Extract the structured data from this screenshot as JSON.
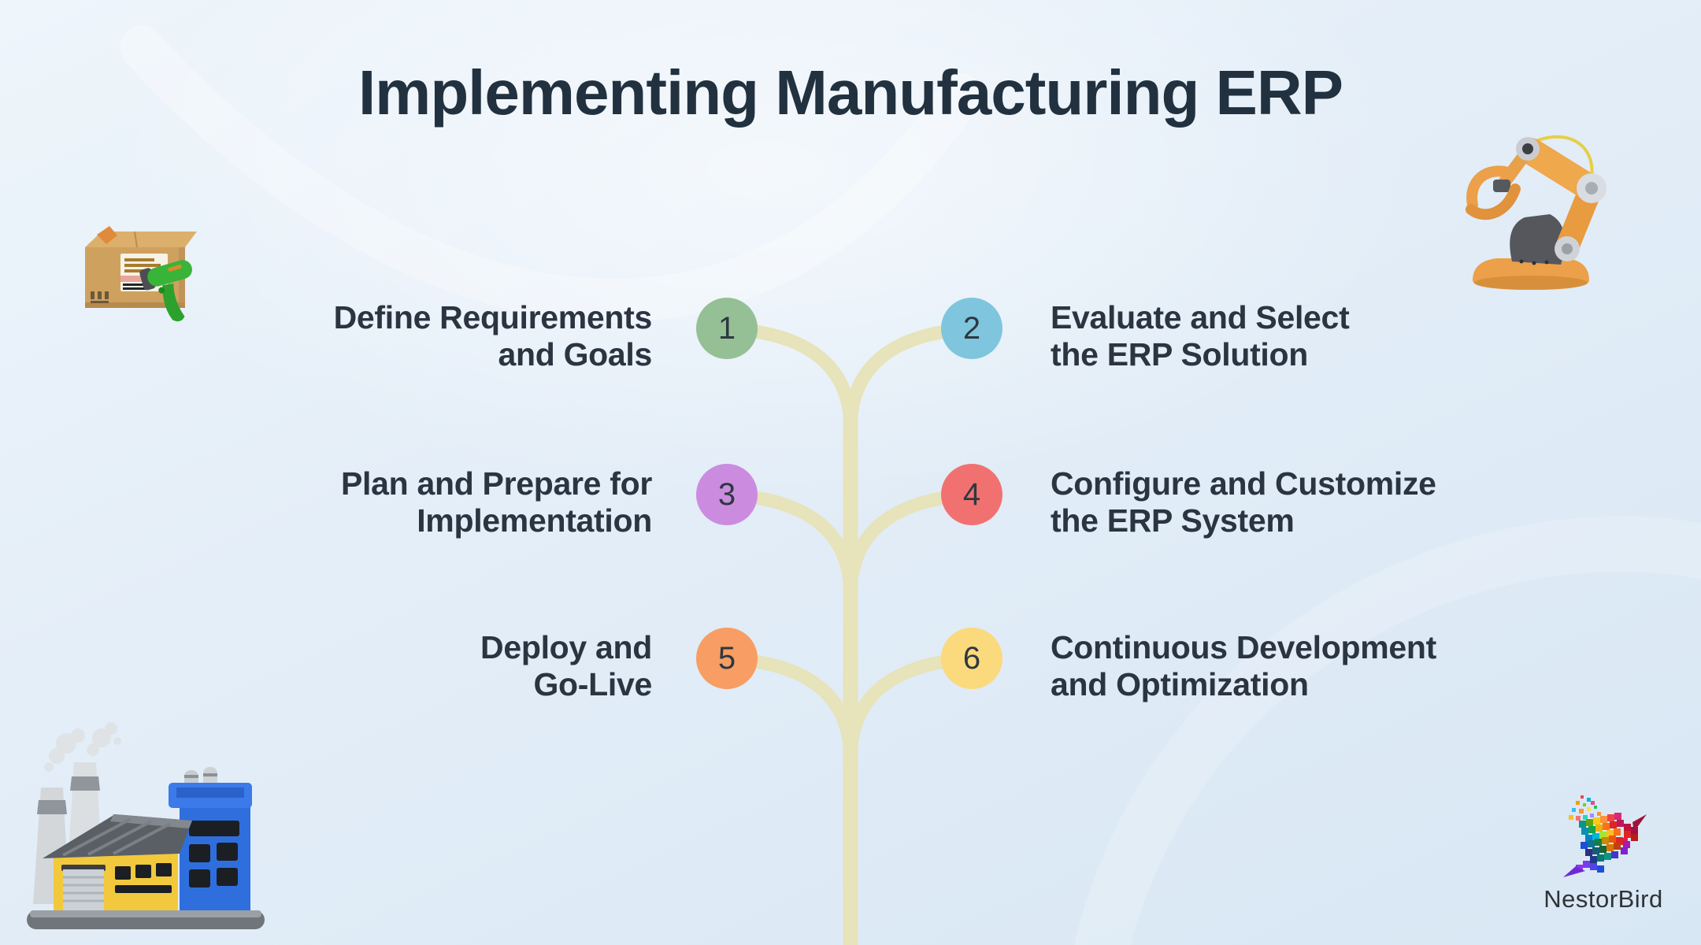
{
  "title": "Implementing Manufacturing ERP",
  "steps": [
    {
      "num": "1",
      "line1": "Define Requirements",
      "line2": "and Goals",
      "color": "#95c095"
    },
    {
      "num": "2",
      "line1": "Evaluate and Select",
      "line2": "the ERP Solution",
      "color": "#7fc5de"
    },
    {
      "num": "3",
      "line1": "Plan and Prepare for",
      "line2": "Implementation",
      "color": "#cb8ce0"
    },
    {
      "num": "4",
      "line1": "Configure and Customize",
      "line2": "the ERP System",
      "color": "#f17171"
    },
    {
      "num": "5",
      "line1": "Deploy and",
      "line2": "Go-Live",
      "color": "#f89d63"
    },
    {
      "num": "6",
      "line1": "Continuous Development",
      "line2": "and Optimization",
      "color": "#fbd97d"
    }
  ],
  "brand": {
    "name": "NestorBird"
  },
  "colors": {
    "branch": "#e7e3ba",
    "title_text": "#22313f",
    "step_text": "#2b3441",
    "number_text": "#2e3840",
    "background_top": "#eef5fb",
    "background_bottom": "#d8e7f4"
  },
  "icons": {
    "top_left": "package-barcode-scanner-3d",
    "top_right": "robot-arm-3d",
    "bottom_left": "factory-3d",
    "logo": "nestorbird-pixel-hummingbird"
  }
}
